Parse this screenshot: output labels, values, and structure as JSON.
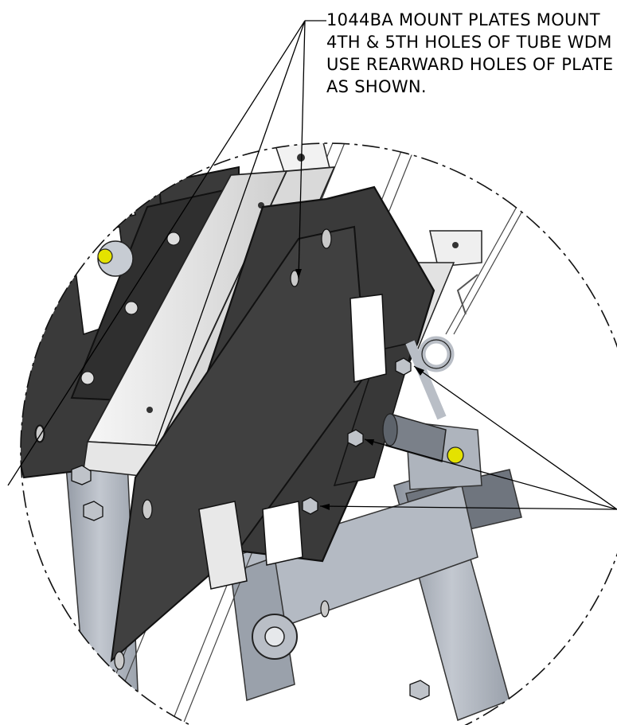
{
  "annotation": {
    "lines": [
      "1044BA MOUNT PLATES MOUNT",
      "4TH & 5TH HOLES OF TUBE WDM",
      "USE REARWARD HOLES OF PLATE",
      "AS SHOWN."
    ]
  },
  "colors": {
    "background": "#ffffff",
    "plate_dark": "#3a3a3a",
    "plate_edge": "#141414",
    "bracket_light": "#ececec",
    "frame_steel": "#a7adb7",
    "pin_yellow": "#e4e200",
    "leader": "#000000"
  }
}
